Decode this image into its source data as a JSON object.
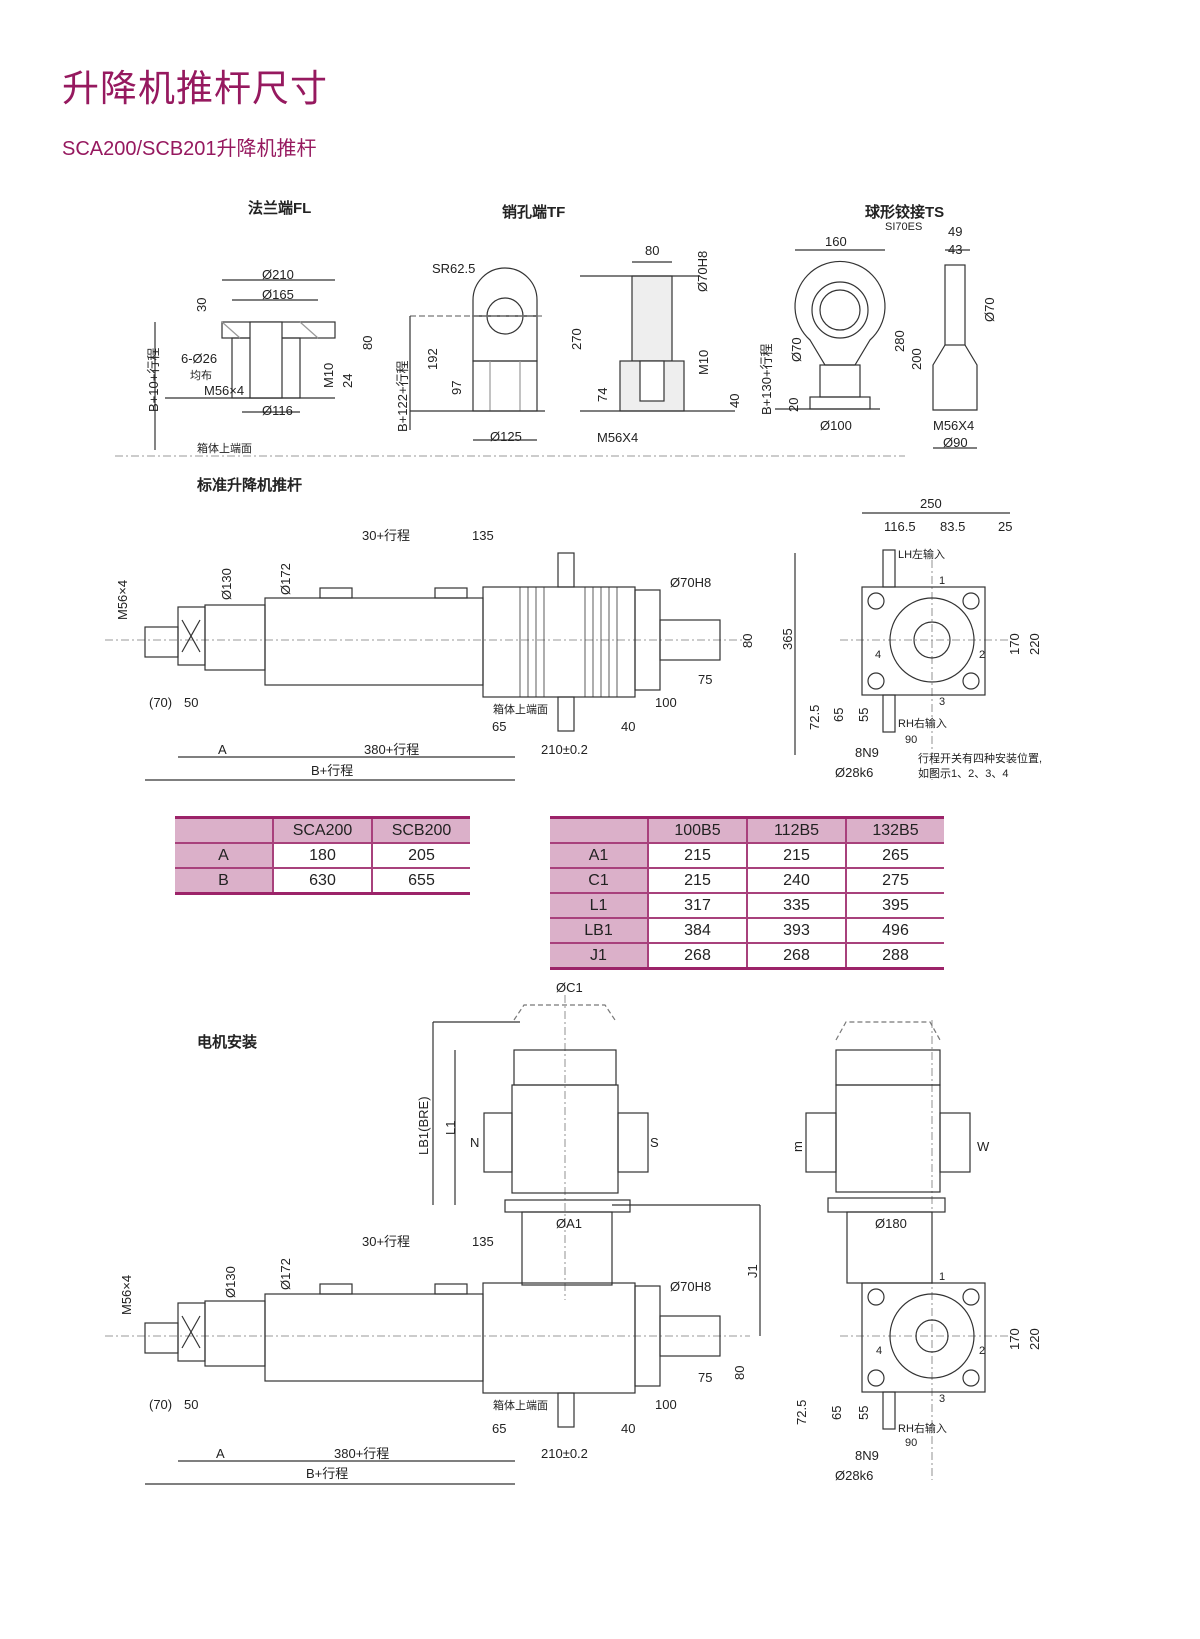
{
  "title": "升降机推杆尺寸",
  "subtitle": "SCA200/SCB201升降机推杆",
  "colors": {
    "accent": "#96195f",
    "table_header": "#dbb0c9",
    "table_border": "#9c2369"
  },
  "sections": {
    "fl": "法兰端FL",
    "tf": "销孔端TF",
    "ts": "球形铰接TS",
    "ts_sub": "SI70ES",
    "standard": "标准升降机推杆",
    "motor": "电机安装"
  },
  "labels": {
    "fl": [
      "Ø210",
      "Ø165",
      "30",
      "6-Ø26",
      "均布",
      "M56×4",
      "Ø116",
      "M10",
      "24",
      "80",
      "B+10+行程",
      "箱体上端面"
    ],
    "tf": [
      "SR62.5",
      "192",
      "97",
      "B+122+行程",
      "Ø125",
      "80",
      "Ø70H8",
      "270",
      "M10",
      "74",
      "40",
      "M56X4"
    ],
    "ts": [
      "160",
      "49",
      "43",
      "Ø70",
      "Ø70",
      "280",
      "200",
      "B+130+行程",
      "20",
      "Ø100",
      "M56X4",
      "Ø90"
    ],
    "std": [
      "30+行程",
      "135",
      "M56×4",
      "Ø130",
      "Ø172",
      "Ø70H8",
      "80",
      "75",
      "100",
      "(70)",
      "50",
      "箱体上端面",
      "65",
      "40",
      "A",
      "380+行程",
      "210±0.2",
      "B+行程"
    ],
    "side": [
      "250",
      "116.5",
      "83.5",
      "25",
      "LH左输入",
      "1",
      "365",
      "170",
      "220",
      "4",
      "2",
      "3",
      "72.5",
      "65",
      "55",
      "RH右输入",
      "90",
      "8N9",
      "行程开关有四种安装位置,",
      "如图示1、2、3、4",
      "Ø28k6"
    ],
    "motor": [
      "ØC1",
      "LB1(BRE)",
      "L1",
      "N",
      "S",
      "ØA1",
      "J1",
      "30+行程",
      "135",
      "M56×4",
      "Ø130",
      "Ø172",
      "Ø70H8",
      "75",
      "80",
      "(70)",
      "50",
      "箱体上端面",
      "100",
      "65",
      "40",
      "A",
      "380+行程",
      "210±0.2",
      "B+行程"
    ],
    "mside": [
      "m",
      "W",
      "Ø180",
      "1",
      "4",
      "2",
      "170",
      "220",
      "3",
      "72.5",
      "65",
      "55",
      "RH右输入",
      "90",
      "8N9",
      "Ø28k6"
    ]
  },
  "table1": {
    "header": [
      "",
      "SCA200",
      "SCB200"
    ],
    "rows": [
      [
        "A",
        "180",
        "205"
      ],
      [
        "B",
        "630",
        "655"
      ]
    ]
  },
  "table2": {
    "header": [
      "",
      "100B5",
      "112B5",
      "132B5"
    ],
    "rows": [
      [
        "A1",
        "215",
        "215",
        "265"
      ],
      [
        "C1",
        "215",
        "240",
        "275"
      ],
      [
        "L1",
        "317",
        "335",
        "395"
      ],
      [
        "LB1",
        "384",
        "393",
        "496"
      ],
      [
        "J1",
        "268",
        "268",
        "288"
      ]
    ]
  }
}
